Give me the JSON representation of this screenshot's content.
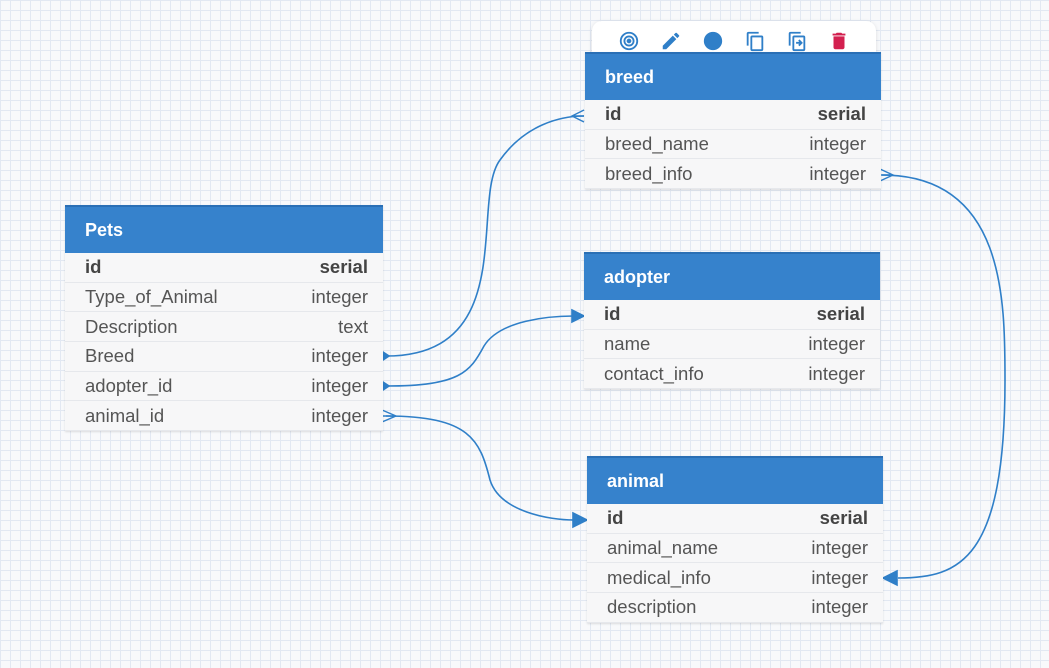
{
  "colors": {
    "header": "#3682cc",
    "edge": "#2f7fc8",
    "delete": "#d3204f"
  },
  "toolbar": {
    "icons": [
      "target-icon",
      "pencil-icon",
      "circle-icon",
      "copy-icon",
      "duplicate-icon",
      "trash-icon"
    ]
  },
  "tables": {
    "pets": {
      "name": "Pets",
      "columns": [
        {
          "name": "id",
          "type": "serial"
        },
        {
          "name": "Type_of_Animal",
          "type": "integer"
        },
        {
          "name": "Description",
          "type": "text"
        },
        {
          "name": "Breed",
          "type": "integer"
        },
        {
          "name": "adopter_id",
          "type": "integer"
        },
        {
          "name": "animal_id",
          "type": "integer"
        }
      ]
    },
    "breed": {
      "name": "breed",
      "columns": [
        {
          "name": "id",
          "type": "serial"
        },
        {
          "name": "breed_name",
          "type": "integer"
        },
        {
          "name": "breed_info",
          "type": "integer"
        }
      ]
    },
    "adopter": {
      "name": "adopter",
      "columns": [
        {
          "name": "id",
          "type": "serial"
        },
        {
          "name": "name",
          "type": "integer"
        },
        {
          "name": "contact_info",
          "type": "integer"
        }
      ]
    },
    "animal": {
      "name": "animal",
      "columns": [
        {
          "name": "id",
          "type": "serial"
        },
        {
          "name": "animal_name",
          "type": "integer"
        },
        {
          "name": "medical_info",
          "type": "integer"
        },
        {
          "name": "description",
          "type": "integer"
        }
      ]
    }
  }
}
